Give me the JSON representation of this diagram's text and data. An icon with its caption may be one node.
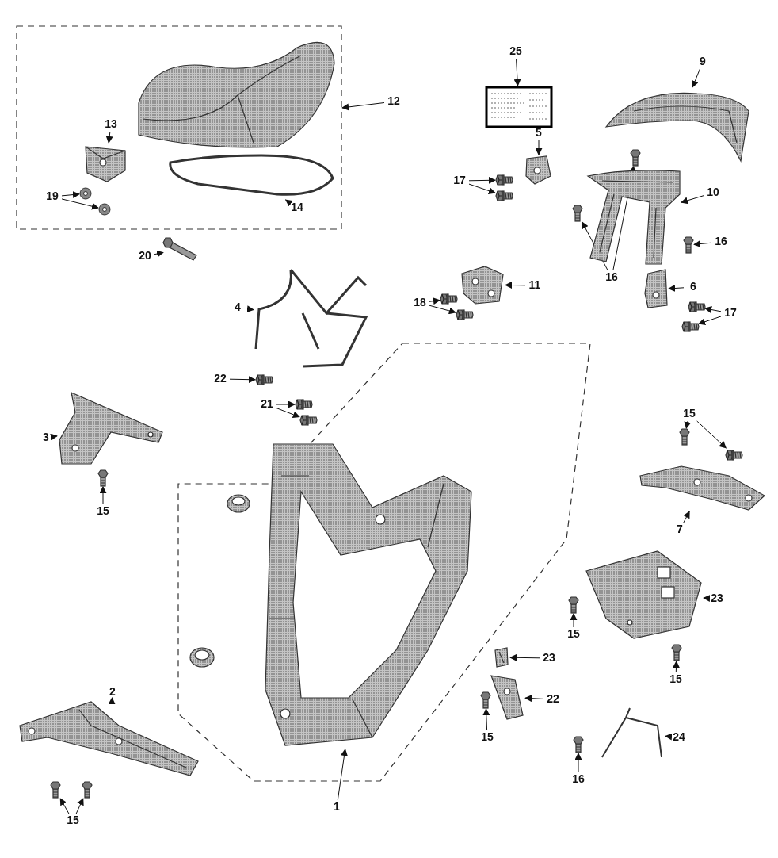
{
  "diagram": {
    "nodes": [
      {
        "text": [],
        "shape": "box"
      },
      {
        "text": [
          "25"
        ]
      },
      {
        "text": [
          "9"
        ]
      },
      {
        "text": [
          "12"
        ]
      },
      {
        "text": [
          "13"
        ],
        "in": 0
      },
      {
        "text": [
          "5"
        ]
      },
      {
        "text": [
          "17"
        ]
      },
      {
        "text": [
          "19"
        ],
        "in": 0
      },
      {
        "text": [
          "14"
        ],
        "in": 0
      },
      {
        "text": [
          "10"
        ]
      },
      {
        "text": [
          "16"
        ]
      },
      {
        "text": [
          "16"
        ]
      },
      {
        "text": [
          "20"
        ]
      },
      {
        "text": [
          "11"
        ]
      },
      {
        "text": [
          "18"
        ]
      },
      {
        "text": [
          "6"
        ]
      },
      {
        "text": [
          "17"
        ]
      },
      {
        "text": [
          "4"
        ]
      },
      {
        "text": [
          "22"
        ]
      },
      {
        "text": [
          "21"
        ]
      },
      {
        "text": [
          "3"
        ]
      },
      {
        "text": [
          "15"
        ]
      },
      {
        "text": [
          "15"
        ]
      },
      {
        "text": [
          "7"
        ]
      },
      {
        "text": [
          "23"
        ]
      },
      {
        "text": [
          "15"
        ]
      },
      {
        "text": [
          "23"
        ]
      },
      {
        "text": [
          "15"
        ]
      },
      {
        "text": [
          "2"
        ]
      },
      {
        "text": [
          "22"
        ]
      },
      {
        "text": [
          "15"
        ]
      },
      {
        "text": [
          "24"
        ]
      },
      {
        "text": [
          "16"
        ]
      },
      {
        "text": [
          "1"
        ]
      },
      {
        "text": [
          "15"
        ]
      },
      {
        "text": [],
        "shape": "picture",
        "in": 0
      },
      {
        "text": [],
        "shape": "picture",
        "in": 0
      },
      {
        "text": [],
        "shape": "picture",
        "in": 0
      },
      {
        "text": [],
        "shape": "circle",
        "in": 0
      },
      {
        "text": [],
        "shape": "circle",
        "in": 0
      },
      {
        "text": [],
        "shape": "picture"
      },
      {
        "text": [],
        "shape": "picture"
      },
      {
        "text": [],
        "shape": "picture"
      },
      {
        "text": [],
        "shape": "picture"
      },
      {
        "text": [],
        "shape": "picture"
      },
      {
        "text": [],
        "shape": "picture"
      },
      {
        "text": [],
        "shape": "picture"
      },
      {
        "text": [],
        "shape": "picture"
      },
      {
        "text": [],
        "shape": "picture"
      },
      {
        "text": [],
        "shape": "picture"
      },
      {
        "text": [],
        "shape": "picture"
      },
      {
        "text": [],
        "shape": "picture"
      },
      {
        "text": [],
        "shape": "picture"
      },
      {
        "text": [],
        "shape": "picture"
      },
      {
        "text": [],
        "shape": "picture"
      },
      {
        "text": [],
        "shape": "picture"
      },
      {
        "text": [],
        "shape": "picture"
      },
      {
        "text": [],
        "shape": "picture"
      },
      {
        "text": [],
        "shape": "picture"
      },
      {
        "text": [],
        "shape": "picture"
      },
      {
        "text": [],
        "shape": "picture"
      },
      {
        "text": [],
        "shape": "picture"
      },
      {
        "text": [],
        "shape": "picture"
      },
      {
        "text": [],
        "shape": "picture"
      },
      {
        "text": [],
        "shape": "picture"
      },
      {
        "text": [],
        "shape": "picture"
      },
      {
        "text": [],
        "shape": "picture"
      },
      {
        "text": [],
        "shape": "picture"
      },
      {
        "text": [],
        "shape": "picture"
      },
      {
        "text": [],
        "shape": "picture"
      },
      {
        "text": [],
        "shape": "picture"
      },
      {
        "text": [],
        "shape": "picture"
      },
      {
        "text": [],
        "shape": "picture"
      },
      {
        "text": [],
        "shape": "picture"
      },
      {
        "text": [],
        "shape": "picture"
      },
      {
        "text": [],
        "shape": "picture"
      },
      {
        "text": [],
        "shape": "picture"
      },
      {
        "text": [],
        "shape": "picture"
      },
      {
        "text": [],
        "shape": "picture"
      }
    ],
    "edges": [
      {
        "from": 1,
        "to": 40,
        "arrow": "to"
      },
      {
        "from": 2,
        "to": 41,
        "arrow": "to"
      },
      {
        "from": 3,
        "to": 0,
        "arrow": "to"
      },
      {
        "from": 4,
        "to": 37,
        "arrow": "to"
      },
      {
        "from": 5,
        "to": 42,
        "arrow": "to"
      },
      {
        "from": 6,
        "to": 43,
        "arrow": "to"
      },
      {
        "from": 6,
        "to": 44,
        "arrow": "to"
      },
      {
        "from": 7,
        "to": 38,
        "arrow": "to"
      },
      {
        "from": 7,
        "to": 39,
        "arrow": "to"
      },
      {
        "from": 8,
        "to": 36,
        "arrow": "to"
      },
      {
        "from": 9,
        "to": 45,
        "arrow": "to"
      },
      {
        "from": 10,
        "to": 46,
        "arrow": "to"
      },
      {
        "from": 10,
        "to": 47,
        "arrow": "to"
      },
      {
        "from": 11,
        "to": 48,
        "arrow": "to"
      },
      {
        "from": 12,
        "to": 49,
        "arrow": "to"
      },
      {
        "from": 13,
        "to": 50,
        "arrow": "to"
      },
      {
        "from": 14,
        "to": 51,
        "arrow": "to"
      },
      {
        "from": 14,
        "to": 52,
        "arrow": "to"
      },
      {
        "from": 15,
        "to": 53,
        "arrow": "to"
      },
      {
        "from": 16,
        "to": 54,
        "arrow": "to"
      },
      {
        "from": 16,
        "to": 55,
        "arrow": "to"
      },
      {
        "from": 17,
        "to": 56,
        "arrow": "to"
      },
      {
        "from": 18,
        "to": 57,
        "arrow": "to"
      },
      {
        "from": 19,
        "to": 58,
        "arrow": "to"
      },
      {
        "from": 19,
        "to": 59,
        "arrow": "to"
      },
      {
        "from": 20,
        "to": 60,
        "arrow": "to"
      },
      {
        "from": 21,
        "to": 61,
        "arrow": "to"
      },
      {
        "from": 22,
        "to": 65,
        "arrow": "to"
      },
      {
        "from": 22,
        "to": 66,
        "arrow": "to"
      },
      {
        "from": 23,
        "to": 67,
        "arrow": "to"
      },
      {
        "from": 24,
        "to": 68,
        "arrow": "to"
      },
      {
        "from": 25,
        "to": 69,
        "arrow": "to"
      },
      {
        "from": 26,
        "to": 70,
        "arrow": "to"
      },
      {
        "from": 27,
        "to": 71,
        "arrow": "to"
      },
      {
        "from": 28,
        "to": 72,
        "arrow": "to"
      },
      {
        "from": 29,
        "to": 73,
        "arrow": "to"
      },
      {
        "from": 30,
        "to": 74,
        "arrow": "to"
      },
      {
        "from": 31,
        "to": 75,
        "arrow": "to"
      },
      {
        "from": 32,
        "to": 76,
        "arrow": "to"
      },
      {
        "from": 33,
        "to": 62,
        "arrow": "to"
      },
      {
        "from": 34,
        "to": 77,
        "arrow": "to"
      },
      {
        "from": 34,
        "to": 78,
        "arrow": "to"
      }
    ]
  }
}
